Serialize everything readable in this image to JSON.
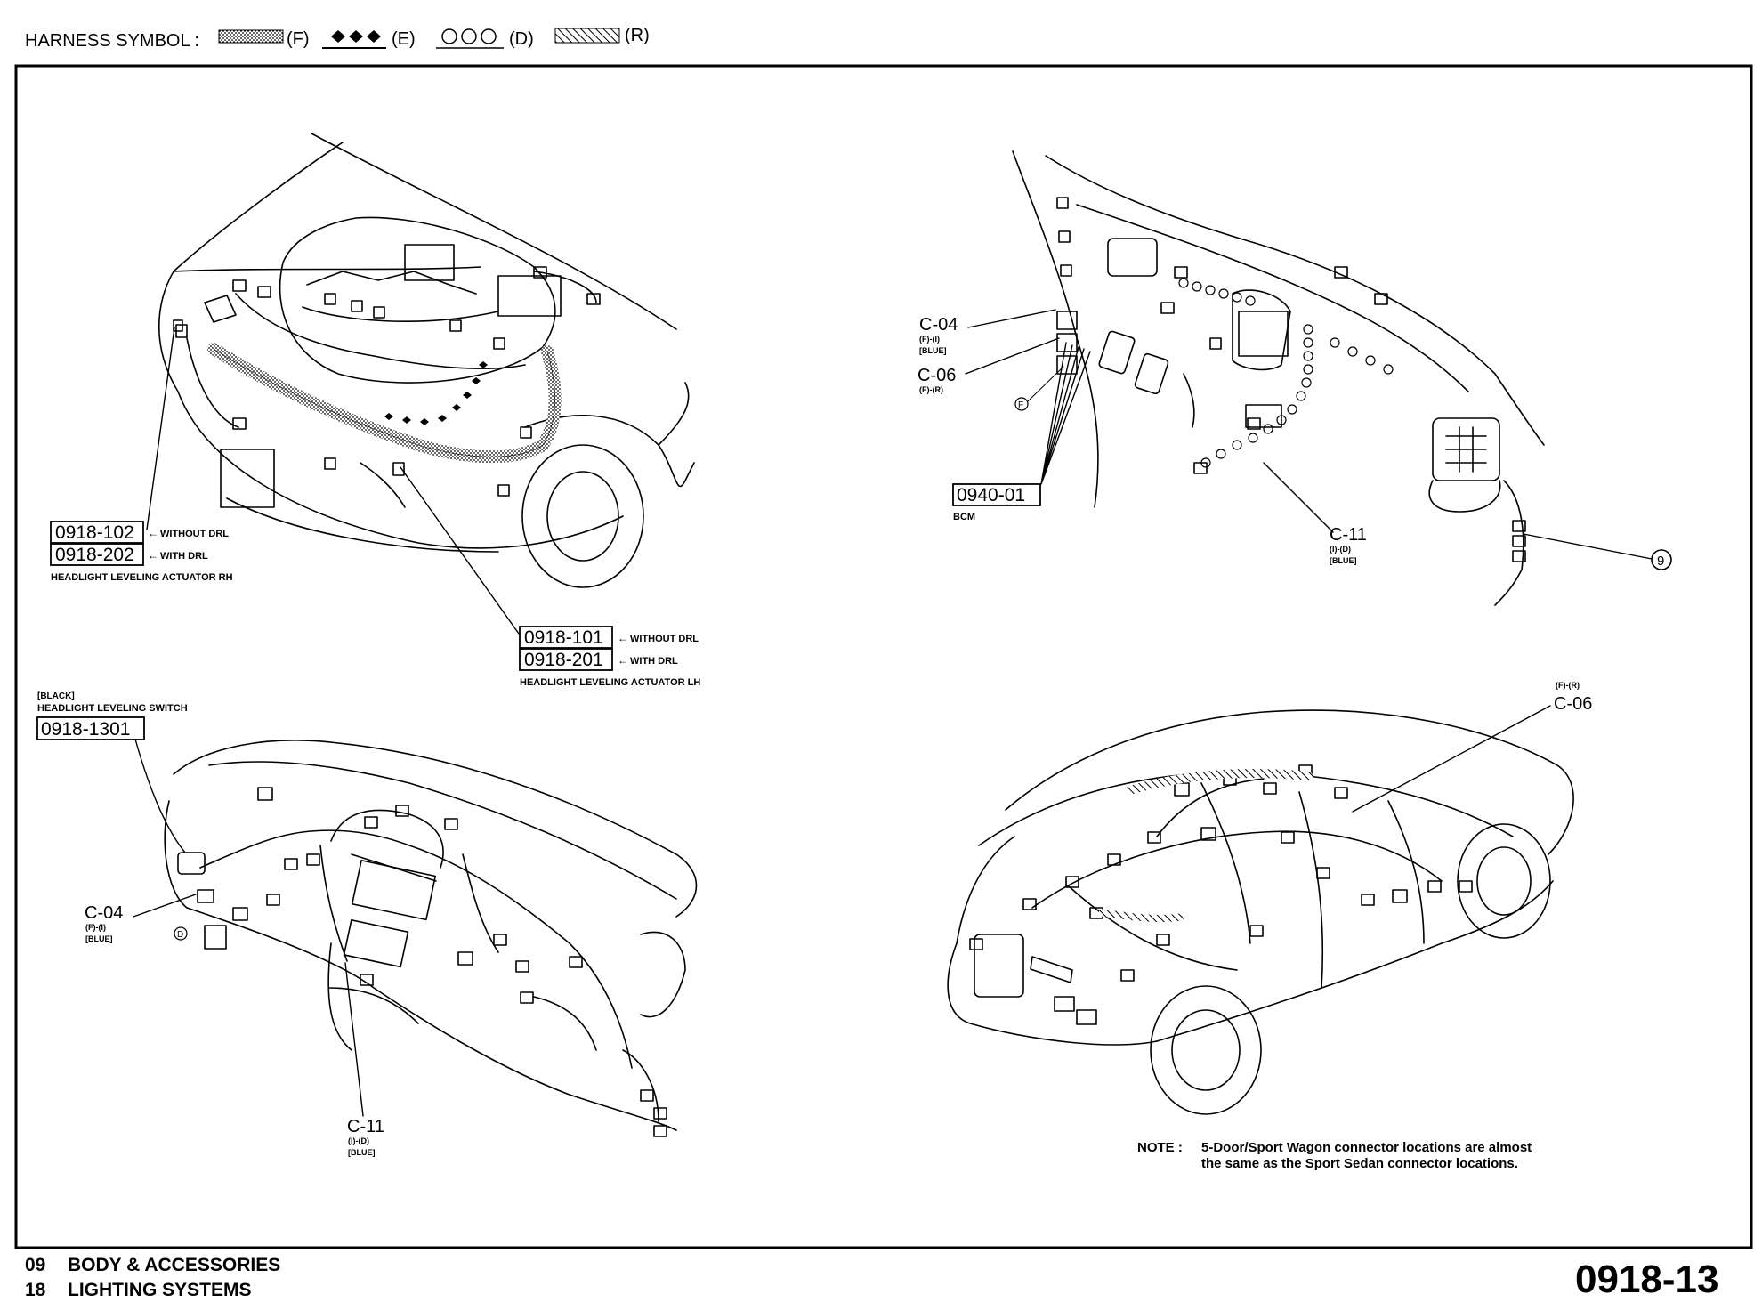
{
  "header": {
    "prefix": "HARNESS SYMBOL :",
    "symbols": [
      {
        "key": "(F)",
        "style": "stipple"
      },
      {
        "key": "(E)",
        "style": "diamonds"
      },
      {
        "key": "(D)",
        "style": "circles"
      },
      {
        "key": "(R)",
        "style": "hatch"
      }
    ]
  },
  "panels": {
    "engine_room": {
      "callouts": [
        {
          "code": "0918-102",
          "note": "WITHOUT DRL"
        },
        {
          "code": "0918-202",
          "note": "WITH DRL"
        }
      ],
      "caption_rh": "HEADLIGHT LEVELING ACTUATOR RH",
      "callouts_lh": [
        {
          "code": "0918-101",
          "note": "WITHOUT DRL"
        },
        {
          "code": "0918-201",
          "note": "WITH DRL"
        }
      ],
      "caption_lh": "HEADLIGHT LEVELING ACTUATOR LH"
    },
    "interior_top": {
      "c04": {
        "name": "C-04",
        "spec": "(F)-(I)",
        "color": "[BLUE]"
      },
      "c06": {
        "name": "C-06",
        "spec": "(F)-(R)"
      },
      "bcm_code": "0940-01",
      "bcm_label": "BCM",
      "c11": {
        "name": "C-11",
        "spec": "(I)-(D)",
        "color": "[BLUE]"
      },
      "ref_circle": "9",
      "f_marker": "F"
    },
    "dashboard": {
      "switch_color": "[BLACK]",
      "switch_label": "HEADLIGHT LEVELING SWITCH",
      "switch_code": "0918-1301",
      "c04": {
        "name": "C-04",
        "spec": "(F)-(I)",
        "color": "[BLUE]"
      },
      "c11": {
        "name": "C-11",
        "spec": "(I)-(D)",
        "color": "[BLUE]"
      },
      "d_marker": "D"
    },
    "body": {
      "c06": {
        "name": "C-06",
        "spec": "(F)-(R)"
      },
      "note_label": "NOTE :",
      "note_line1": "5-Door/Sport Wagon connector locations are almost",
      "note_line2": "the same as the Sport Sedan connector locations."
    }
  },
  "footer": {
    "section1_num": "09",
    "section1_name": "BODY & ACCESSORIES",
    "section2_num": "18",
    "section2_name": "LIGHTING SYSTEMS",
    "page_code": "0918-13"
  }
}
